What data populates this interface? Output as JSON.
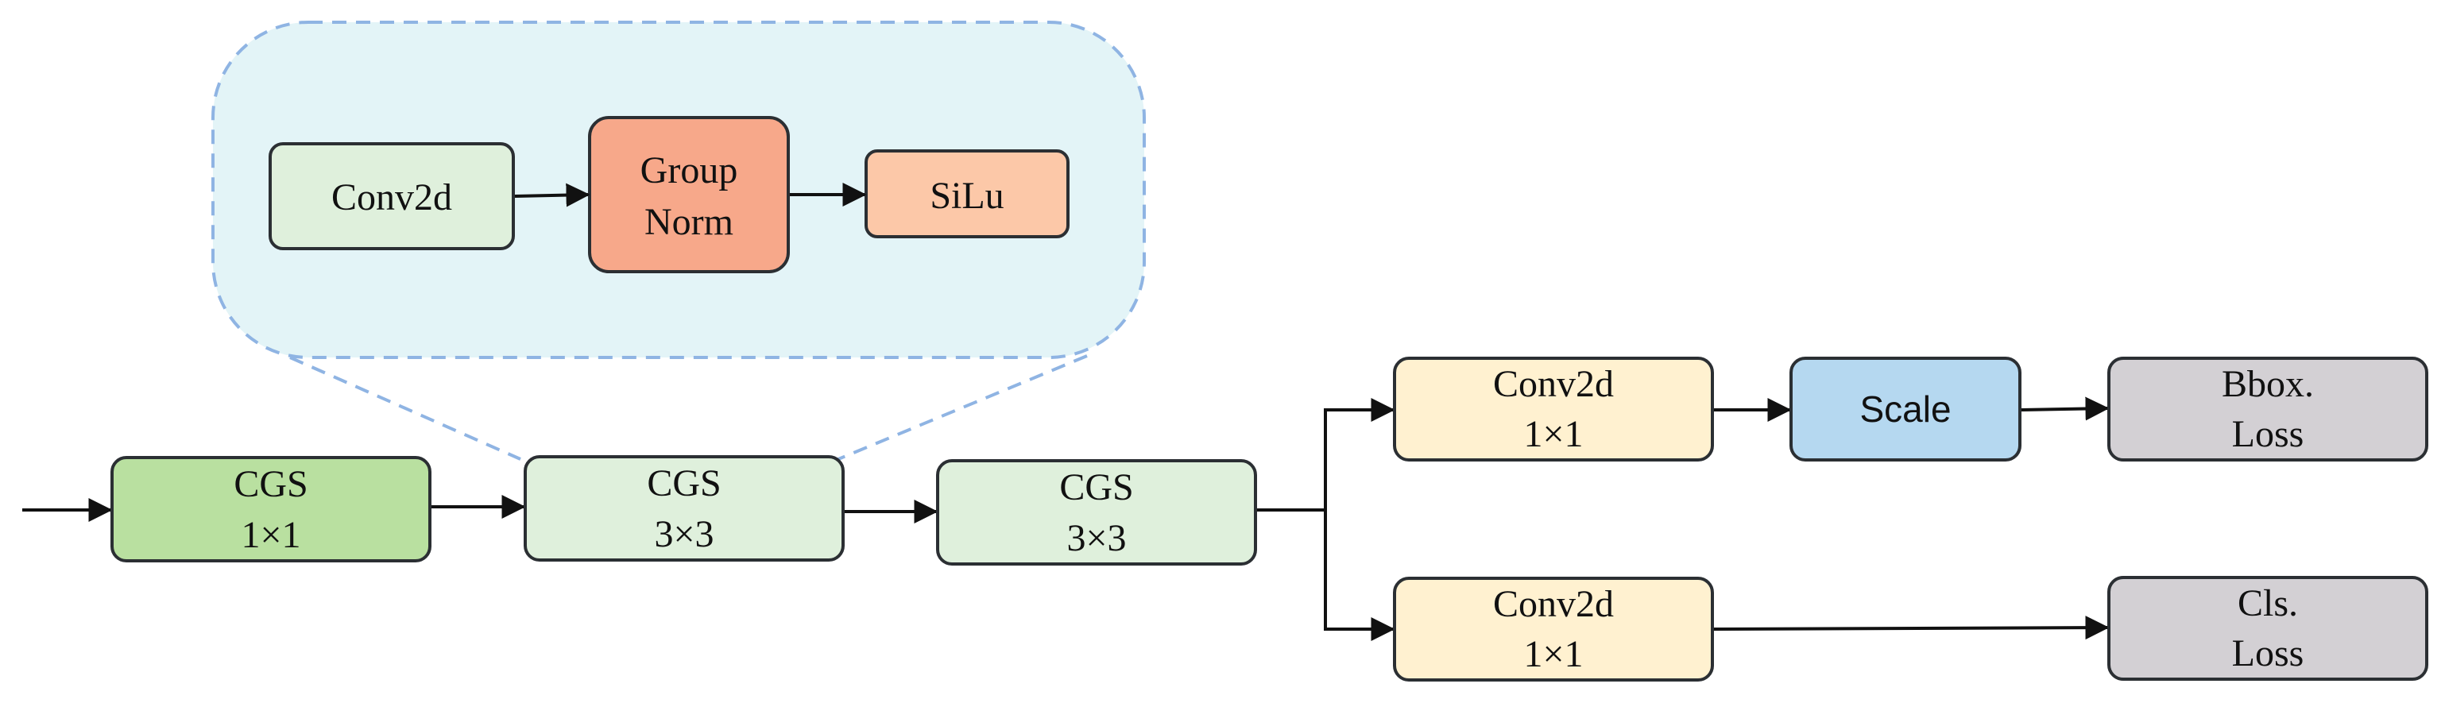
{
  "colors": {
    "zoom_panel_fill": "#e3f4f7",
    "zoom_panel_border": "#8fb4e3",
    "cgs_dark_green": "#b9e0a0",
    "cgs_light_green": "#dff0dc",
    "conv2d_green": "#dff0dc",
    "group_norm": "#f7a88a",
    "silu": "#fcc8a8",
    "conv2d_yellow": "#fff1d0",
    "scale_blue": "#b5d8f0",
    "loss_gray": "#d3d0d4"
  },
  "zoom_panel": {
    "conv2d": {
      "label": "Conv2d"
    },
    "group_norm": {
      "line1": "Group",
      "line2": "Norm"
    },
    "silu": {
      "label": "SiLu"
    }
  },
  "backbone": {
    "cgs1": {
      "line1": "CGS",
      "line2": "1×1"
    },
    "cgs2": {
      "line1": "CGS",
      "line2": "3×3"
    },
    "cgs3": {
      "line1": "CGS",
      "line2": "3×3"
    }
  },
  "branches": {
    "top": {
      "conv": {
        "line1": "Conv2d",
        "line2": "1×1"
      },
      "scale": {
        "label": "Scale"
      },
      "loss": {
        "line1": "Bbox.",
        "line2": "Loss"
      }
    },
    "bottom": {
      "conv": {
        "line1": "Conv2d",
        "line2": "1×1"
      },
      "loss": {
        "line1": "Cls.",
        "line2": "Loss"
      }
    }
  }
}
